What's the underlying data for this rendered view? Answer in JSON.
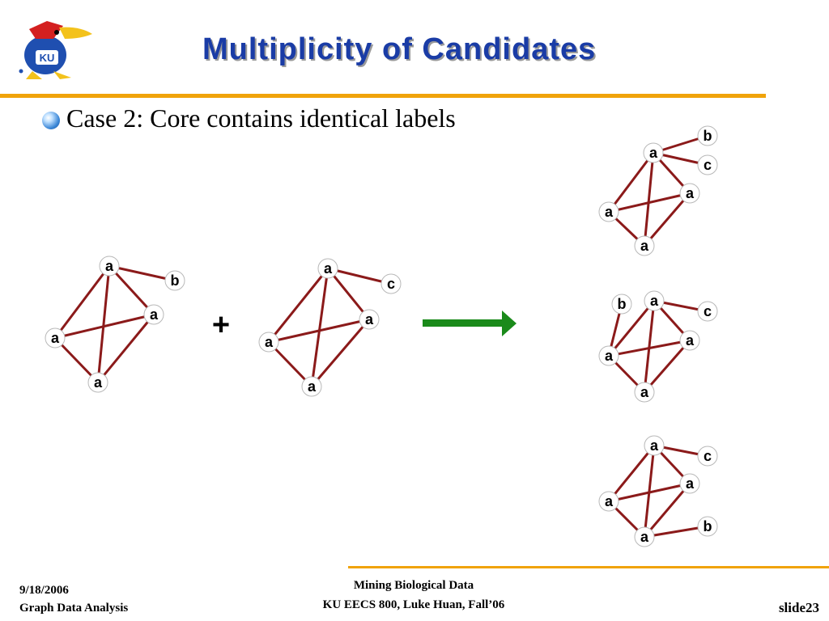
{
  "slide": {
    "title": "Multiplicity of Candidates",
    "bullet": "Case 2: Core contains identical labels",
    "plus_sign": "+"
  },
  "logo": {
    "text": "KU"
  },
  "colors": {
    "edge": "#8b1a1a",
    "arrow": "#1a8a1a",
    "title": "#1a3ca6",
    "rule": "#f0a30a"
  },
  "graphs": [
    {
      "name": "input-graph-1",
      "labels": [
        "a",
        "a",
        "a",
        "a",
        "b"
      ]
    },
    {
      "name": "input-graph-2",
      "labels": [
        "a",
        "a",
        "a",
        "a",
        "c"
      ]
    },
    {
      "name": "candidate-1",
      "labels": [
        "a",
        "a",
        "a",
        "a",
        "b",
        "c"
      ]
    },
    {
      "name": "candidate-2",
      "labels": [
        "a",
        "a",
        "a",
        "a",
        "b",
        "c"
      ]
    },
    {
      "name": "candidate-3",
      "labels": [
        "a",
        "a",
        "a",
        "a",
        "c",
        "b"
      ]
    }
  ],
  "footer": {
    "date": "9/18/2006",
    "topic": "Graph Data Analysis",
    "course_line1": "Mining Biological Data",
    "course_line2": "KU EECS 800, Luke Huan, Fall’06",
    "slide_number": "slide23"
  }
}
